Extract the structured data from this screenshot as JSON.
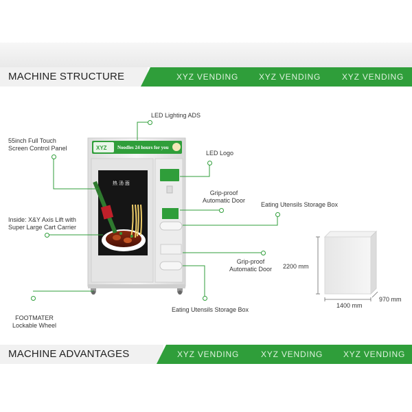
{
  "header1": {
    "title": "MACHINE STRUCTURE",
    "brands": [
      "XYZ VENDING",
      "XYZ VENDING",
      "XYZ VENDING"
    ]
  },
  "header2": {
    "title": "MACHINE ADVANTAGES",
    "brands": [
      "XYZ VENDING",
      "XYZ VENDING",
      "XYZ VENDING"
    ]
  },
  "machine": {
    "logo_text": "XYZ",
    "banner": "Noodles  24 hours for you",
    "screen_text": "热 汤 面"
  },
  "labels": {
    "led_ads": "LED Lighting ADS",
    "touch_screen": "55inch Full Touch\nScreen Control Panel",
    "led_logo": "LED Logo",
    "door_upper": "Grip-proof\nAutomatic Door",
    "utensils_upper": "Eating Utensils Storage Box",
    "lift": "Inside: X&Y Axis Lift with\nSuper Large Cart Carrier",
    "door_lower": "Grip-proof\nAutomatic Door",
    "utensils_lower": "Eating Utensils Storage Box",
    "wheel": "FOOTMATER\nLockable Wheel"
  },
  "dimensions": {
    "height": "2200 mm",
    "width": "1400 mm",
    "depth": "970 mm"
  },
  "colors": {
    "accent": "#2f9e3a",
    "machine_body": "#eeeeee"
  }
}
